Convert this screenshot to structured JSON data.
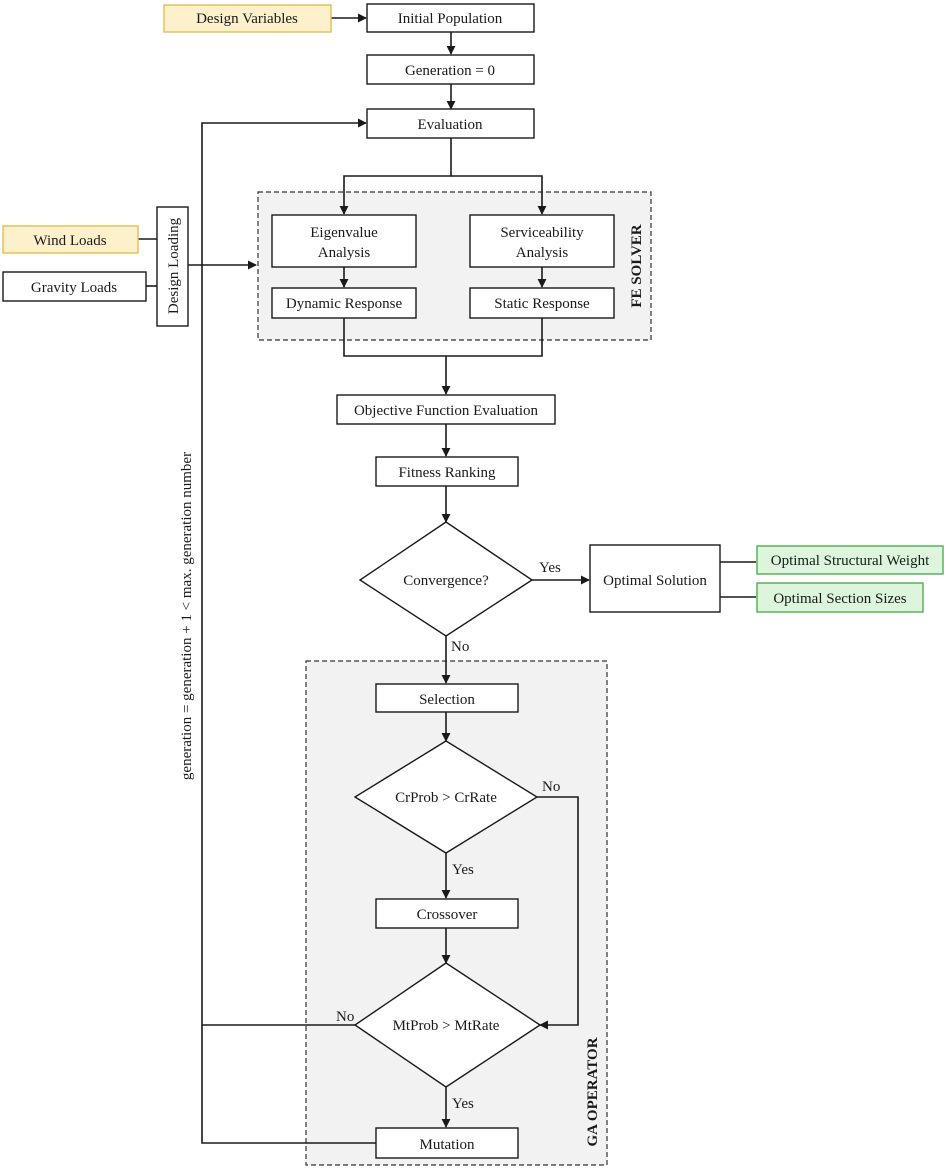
{
  "colors": {
    "input_fill": "#fdf1cc",
    "input_stroke": "#e5bd52",
    "output_fill": "#dcf5dc",
    "output_stroke": "#4fae4f",
    "group_fill": "#f2f2f2",
    "stroke": "#1a1a1a"
  },
  "nodes": {
    "design_variables": "Design Variables",
    "initial_population": "Initial Population",
    "generation_zero": "Generation = 0",
    "evaluation": "Evaluation",
    "wind_loads": "Wind Loads",
    "gravity_loads": "Gravity Loads",
    "design_loading": "Design Loading",
    "eigenvalue_line1": "Eigenvalue",
    "eigenvalue_line2": "Analysis",
    "serviceability_line1": "Serviceability",
    "serviceability_line2": "Analysis",
    "dynamic_response": "Dynamic Response",
    "static_response": "Static Response",
    "objective_function": "Objective Function Evaluation",
    "fitness_ranking": "Fitness Ranking",
    "convergence": "Convergence?",
    "optimal_solution": "Optimal Solution",
    "optimal_weight": "Optimal Structural Weight",
    "optimal_sections": "Optimal Section Sizes",
    "selection": "Selection",
    "crossover_check": "CrProb > CrRate",
    "crossover": "Crossover",
    "mutation_check": "MtProb > MtRate",
    "mutation": "Mutation"
  },
  "groups": {
    "fe_solver": "FE SOLVER",
    "ga_operator": "GA OPERATOR"
  },
  "edge_labels": {
    "convergence_yes": "Yes",
    "convergence_no": "No",
    "crossover_yes": "Yes",
    "crossover_no": "No",
    "mutation_yes": "Yes",
    "mutation_no": "No"
  },
  "loop_label": "generation = generation + 1 < max. generation number"
}
